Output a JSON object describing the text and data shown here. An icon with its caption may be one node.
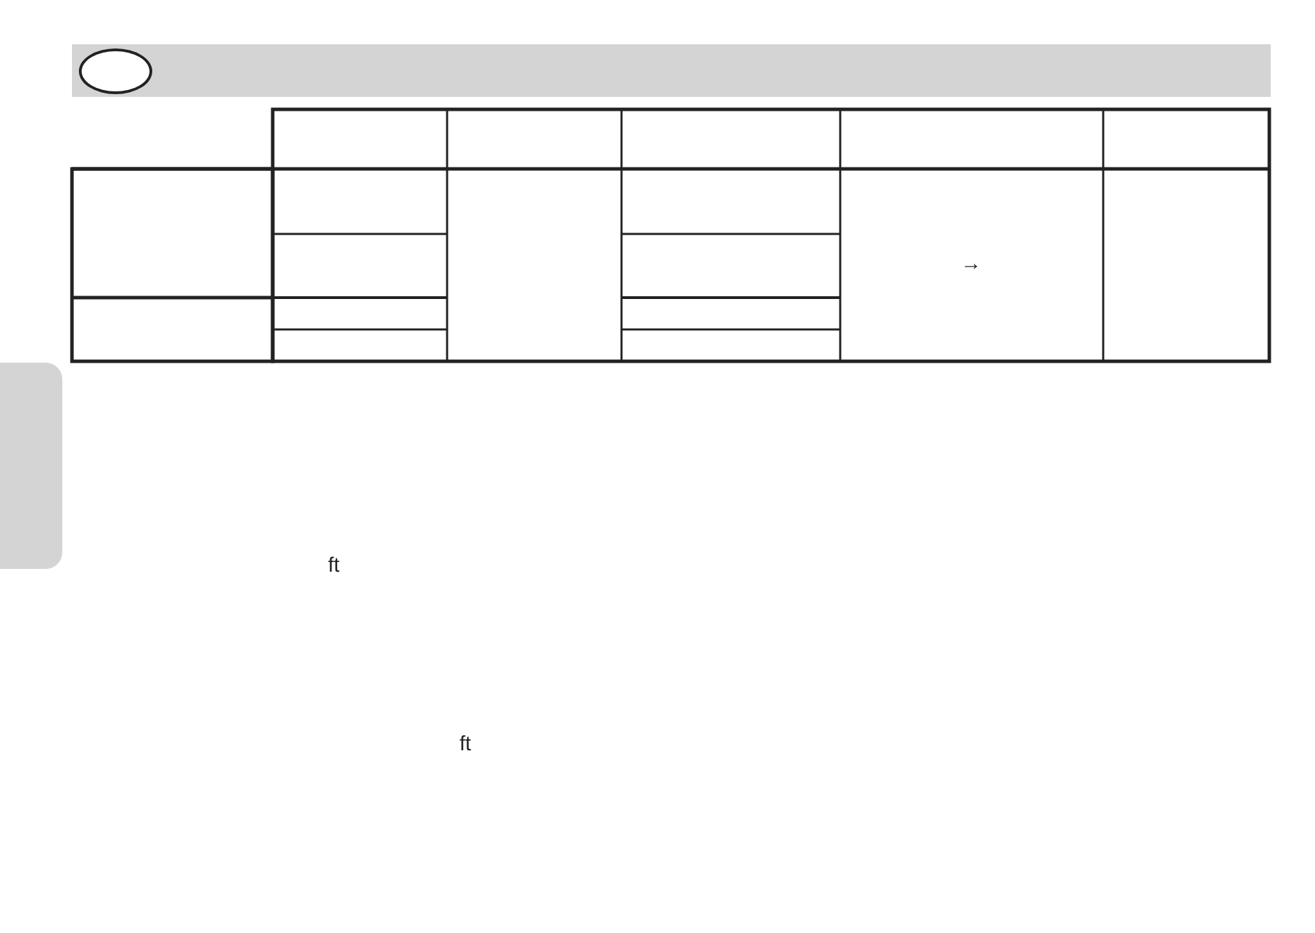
{
  "diagram": {
    "nodes": [
      {
        "text": [],
        "shape": "box"
      }
    ],
    "labels": [
      "→",
      "ft",
      "ft"
    ]
  }
}
